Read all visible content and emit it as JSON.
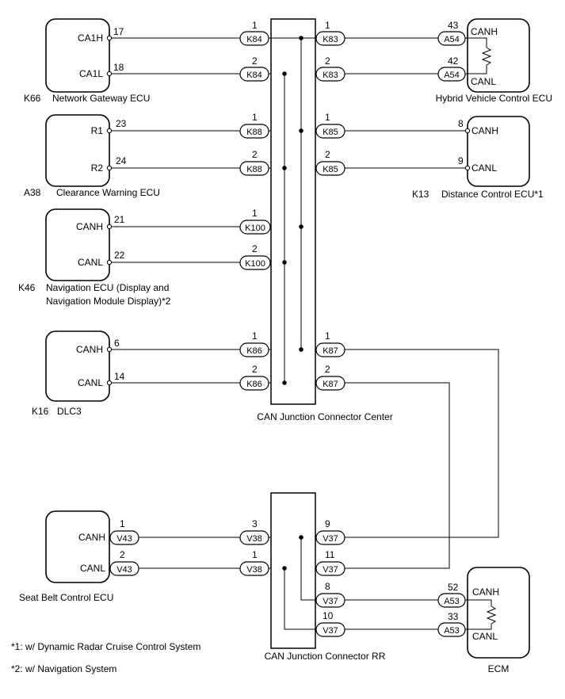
{
  "ecus": {
    "network_gateway": {
      "code": "K66",
      "name": "Network Gateway ECU",
      "pins": [
        "CA1H",
        "CA1L"
      ],
      "pin_numbers": [
        "17",
        "18"
      ]
    },
    "hybrid_vehicle": {
      "name": "Hybrid Vehicle Control ECU",
      "pins": [
        "CANH",
        "CANL"
      ],
      "pin_numbers": [
        "43",
        "42"
      ],
      "connector": "A54"
    },
    "clearance_warning": {
      "code": "A38",
      "name": "Clearance Warning ECU",
      "pins": [
        "R1",
        "R2"
      ],
      "pin_numbers": [
        "23",
        "24"
      ]
    },
    "distance_control": {
      "code": "K13",
      "name": "Distance Control ECU*1",
      "pins": [
        "CANH",
        "CANL"
      ],
      "pin_numbers": [
        "8",
        "9"
      ]
    },
    "navigation": {
      "code": "K46",
      "name_line1": "Navigation ECU (Display and",
      "name_line2": "Navigation Module Display)*2",
      "pins": [
        "CANH",
        "CANL"
      ],
      "pin_numbers": [
        "21",
        "22"
      ]
    },
    "dlc3": {
      "code": "K16",
      "name": "DLC3",
      "pins": [
        "CANH",
        "CANL"
      ],
      "pin_numbers": [
        "6",
        "14"
      ]
    },
    "seat_belt": {
      "name": "Seat Belt Control ECU",
      "pins": [
        "CANH",
        "CANL"
      ],
      "pin_numbers": [
        "1",
        "2"
      ],
      "connector": "V43"
    },
    "ecm": {
      "name": "ECM",
      "pins": [
        "CANH",
        "CANL"
      ],
      "pin_numbers": [
        "52",
        "33"
      ],
      "connector": "A53"
    }
  },
  "junction_center": {
    "label": "CAN Junction Connector Center",
    "rows": [
      {
        "left_tag": "K84",
        "left_pin": "1",
        "right_tag": "K83",
        "right_pin": "1"
      },
      {
        "left_tag": "K84",
        "left_pin": "2",
        "right_tag": "K83",
        "right_pin": "2"
      },
      {
        "left_tag": "K88",
        "left_pin": "1",
        "right_tag": "K85",
        "right_pin": "1"
      },
      {
        "left_tag": "K88",
        "left_pin": "2",
        "right_tag": "K85",
        "right_pin": "2"
      },
      {
        "left_tag": "K100",
        "left_pin": "1"
      },
      {
        "left_tag": "K100",
        "left_pin": "2"
      },
      {
        "left_tag": "K86",
        "left_pin": "1",
        "right_tag": "K87",
        "right_pin": "1"
      },
      {
        "left_tag": "K86",
        "left_pin": "2",
        "right_tag": "K87",
        "right_pin": "2"
      }
    ]
  },
  "junction_rr": {
    "label": "CAN Junction Connector RR",
    "left": [
      {
        "tag": "V38",
        "pin": "3"
      },
      {
        "tag": "V38",
        "pin": "1"
      }
    ],
    "right": [
      {
        "tag": "V37",
        "pin": "9"
      },
      {
        "tag": "V37",
        "pin": "11"
      },
      {
        "tag": "V37",
        "pin": "8"
      },
      {
        "tag": "V37",
        "pin": "10"
      }
    ]
  },
  "footnotes": [
    "*1: w/ Dynamic Radar Cruise Control System",
    "*2: w/ Navigation System"
  ]
}
